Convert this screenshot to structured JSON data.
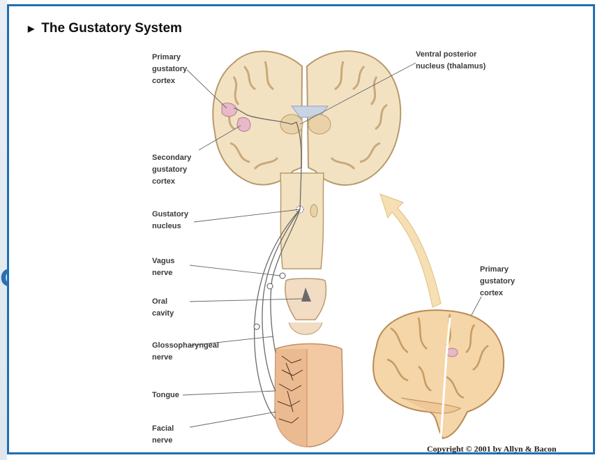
{
  "title": "The Gustatory System",
  "labels": {
    "primary_cortex": "Primary\ngustatory\ncortex",
    "ventral_posterior": "Ventral posterior\nnucleus (thalamus)",
    "secondary_cortex": "Secondary\ngustatory\ncortex",
    "gustatory_nucleus": "Gustatory\nnucleus",
    "vagus": "Vagus\nnerve",
    "oral_cavity": "Oral\ncavity",
    "glossopharyngeal": "Glossopharyngeal\nnerve",
    "tongue": "Tongue",
    "facial": "Facial\nnerve",
    "primary_cortex_inset": "Primary\ngustatory\ncortex"
  },
  "copyright": "Copyright © 2001 by Allyn & Bacon",
  "colors": {
    "frame": "#1f6fb2",
    "brain_fill": "#f3e2c2",
    "brain_stroke": "#b79a6c",
    "tongue_fill": "#f2c9a3",
    "cortex_highlight": "#e7b9c9"
  }
}
